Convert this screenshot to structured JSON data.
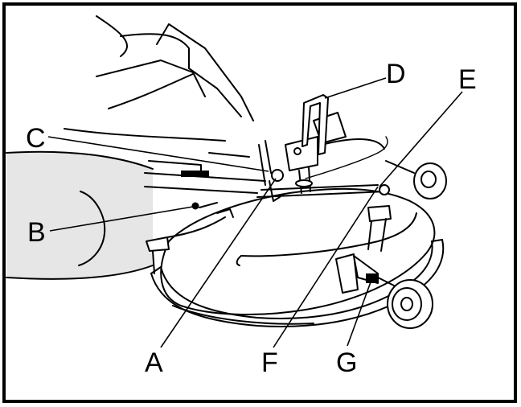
{
  "callouts": [
    {
      "id": "A",
      "label": "A"
    },
    {
      "id": "B",
      "label": "B"
    },
    {
      "id": "C",
      "label": "C"
    },
    {
      "id": "D",
      "label": "D"
    },
    {
      "id": "E",
      "label": "E"
    },
    {
      "id": "F",
      "label": "F"
    },
    {
      "id": "G",
      "label": "G"
    }
  ]
}
